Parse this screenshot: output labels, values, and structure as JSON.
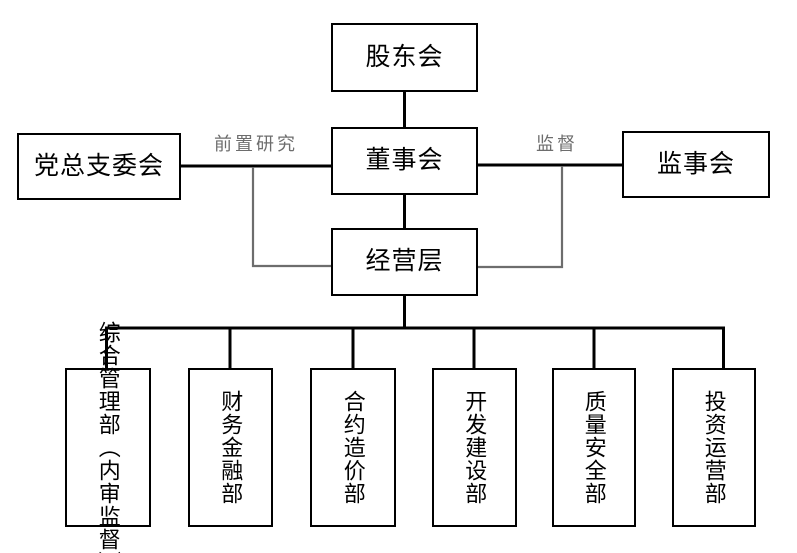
{
  "diagram": {
    "title_text": "",
    "colors": {
      "box_border": "#000000",
      "box_fill": "#ffffff",
      "connector_strong": "#000000",
      "connector_light": "#6d6d6d",
      "text": "#000000",
      "label_text": "#6d6d6d",
      "background": "#ffffff"
    },
    "nodes": {
      "shareholders": {
        "label": "股东会"
      },
      "board": {
        "label": "董事会"
      },
      "party": {
        "label": "党总支委会"
      },
      "supervisors": {
        "label": "监事会"
      },
      "management": {
        "label": "经营层"
      }
    },
    "edge_labels": {
      "pre_research": "前置研究",
      "supervision": "监督"
    },
    "departments": [
      {
        "line1": "综合管理部",
        "line2": "（内审监督）"
      },
      {
        "line1": "财务金融部",
        "line2": ""
      },
      {
        "line1": "合约造价部",
        "line2": ""
      },
      {
        "line1": "开发建设部",
        "line2": ""
      },
      {
        "line1": "质量安全部",
        "line2": ""
      },
      {
        "line1": "投资运营部",
        "line2": ""
      }
    ]
  }
}
